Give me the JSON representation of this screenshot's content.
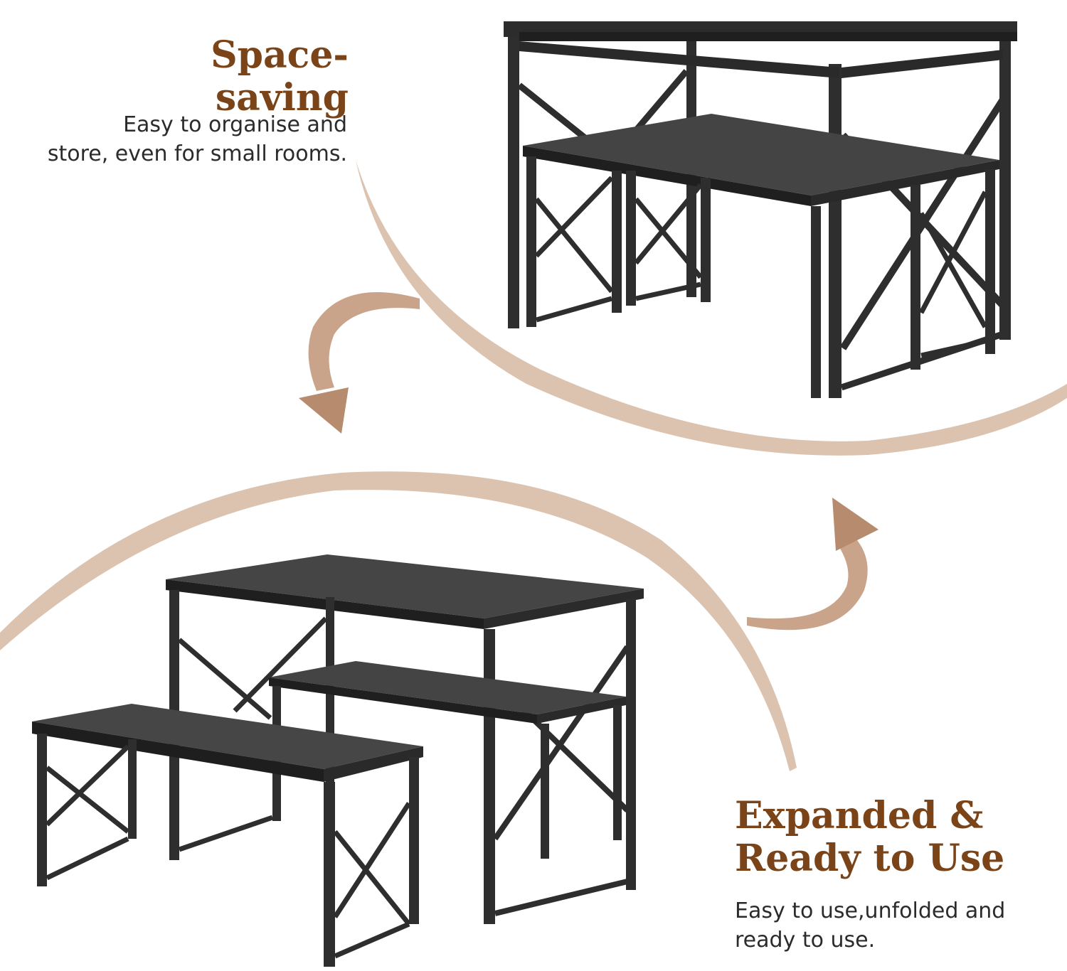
{
  "top_section": {
    "title": "Space-saving",
    "description_line1": "Easy to organise and",
    "description_line2": "store,  even for small rooms."
  },
  "bottom_section": {
    "title_line1": "Expanded &",
    "title_line2": "Ready to Use",
    "description_line1": "Easy to use,unfolded and",
    "description_line2": "ready to use."
  },
  "colors": {
    "title": "#7a4418",
    "swoosh": "#c9a48a",
    "frame": "#2e2e2e",
    "wood_top": "#3d3d3d"
  },
  "icons": [
    "curved-arrow-down-icon",
    "curved-arrow-up-icon"
  ]
}
